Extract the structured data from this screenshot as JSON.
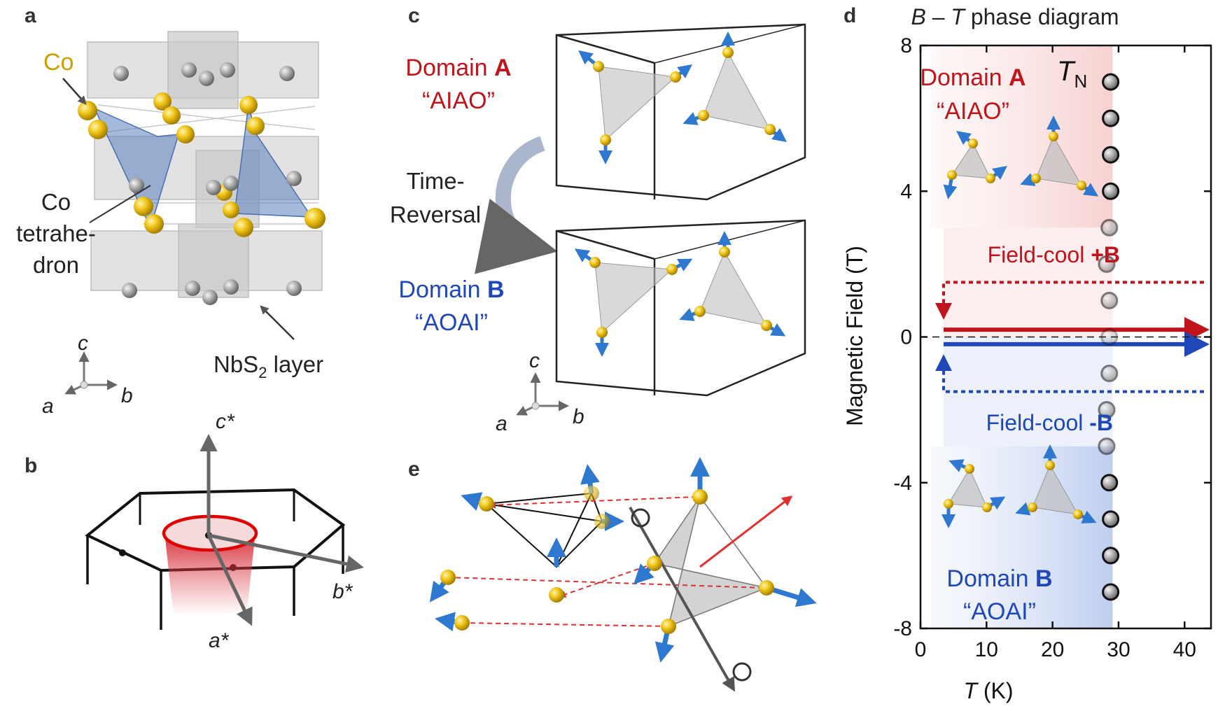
{
  "panels": {
    "a": {
      "label": "a",
      "co_label": "Co",
      "tetra_label_lines": [
        "Co",
        "tetrahe-",
        "dron"
      ],
      "nbs2_prefix": "NbS",
      "nbs2_sub": "2",
      "nbs2_suffix": " layer",
      "axis_c": "c",
      "axis_a": "a",
      "axis_b": "b"
    },
    "b": {
      "label": "b",
      "axis_c": "c*",
      "axis_a": "a*",
      "axis_b": "b*"
    },
    "c": {
      "label": "c",
      "domain_a_prefix": "Domain ",
      "domain_a_bold": "A",
      "domain_a_sub": "“AIAO”",
      "time_reversal_lines": [
        "Time-",
        "Reversal"
      ],
      "domain_b_prefix": "Domain ",
      "domain_b_bold": "B",
      "domain_b_sub": "“AOAI”",
      "axis_c": "c",
      "axis_a": "a",
      "axis_b": "b"
    },
    "e": {
      "label": "e"
    },
    "d": {
      "label": "d",
      "title_b": "B",
      "title_dash": " – ",
      "title_t": "T",
      "title_rest": " phase diagram",
      "tn_main": "T",
      "tn_sub": "N",
      "domain_a_prefix": "Domain ",
      "domain_a_bold": "A",
      "domain_a_sub": "“AIAO”",
      "domain_b_prefix": "Domain ",
      "domain_b_bold": "B",
      "domain_b_sub": "“AOAI”",
      "fc_plus_prefix": "Field-cool ",
      "fc_plus_bold": "+B",
      "fc_minus_prefix": "Field-cool ",
      "fc_minus_bold": "-B",
      "ylabel": "Magnetic Field (T)",
      "xlabel_main": "T",
      "xlabel_rest": " (K)"
    }
  },
  "colors": {
    "red": "#c0141c",
    "blue": "#1f47b8",
    "co_yellow": "#d9a900",
    "spin_blue": "#3c8ee0",
    "gray_poly": "#d8d8d8"
  },
  "chart_data": {
    "type": "scatter",
    "x_ticks": [
      0,
      10,
      20,
      30,
      40
    ],
    "y_ticks": [
      -8,
      -4,
      0,
      4,
      8
    ],
    "xlim": [
      0,
      44
    ],
    "ylim": [
      -8,
      8
    ],
    "series": [
      {
        "x": [
          28.8,
          28.8,
          28.8,
          28.8,
          28.6,
          28.2,
          28.6,
          28.6,
          28.6,
          28.2,
          28.2,
          28.6,
          28.8,
          28.8,
          28.8
        ],
        "y": [
          7,
          6,
          5,
          4,
          3,
          2,
          1,
          0,
          -1,
          -2,
          -3,
          -4,
          -5,
          -6,
          -7
        ]
      }
    ],
    "field_cool": {
      "plus_B": 1.5,
      "minus_B": -1.5,
      "T_start": 3.5
    }
  }
}
